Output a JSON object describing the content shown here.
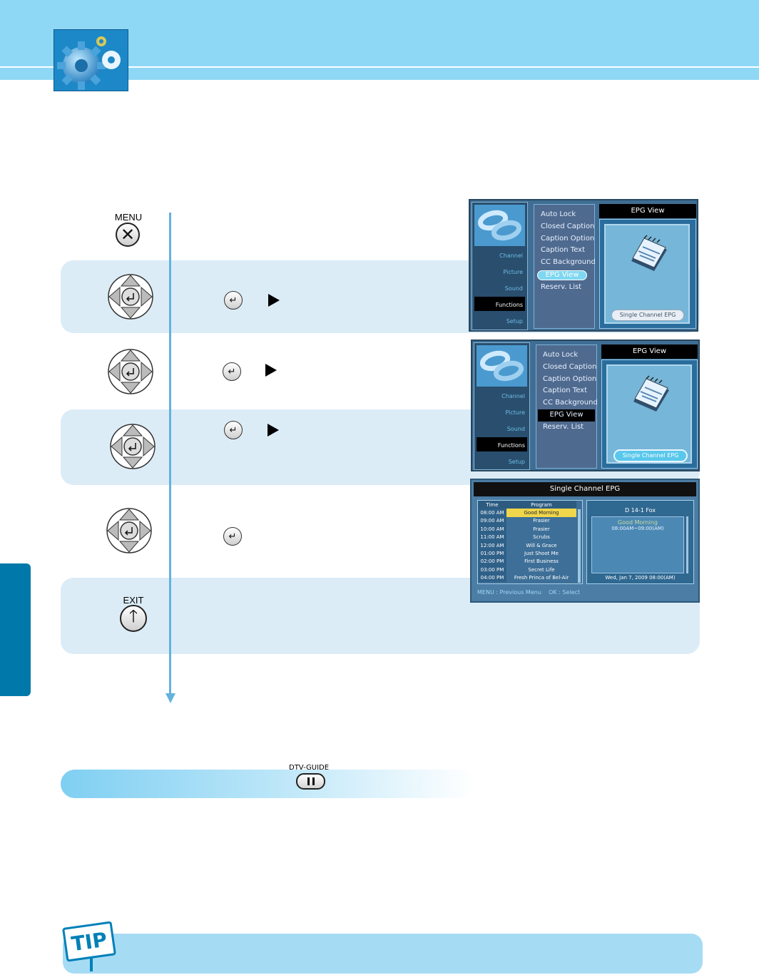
{
  "remote": {
    "menu_label": "MENU",
    "exit_label": "EXIT",
    "dtv_guide_label": "DTV-GUIDE"
  },
  "osd1": {
    "side_items": [
      "Channel",
      "Picture",
      "Sound",
      "Functions",
      "Setup"
    ],
    "menu_items": [
      "Auto Lock",
      "Closed Caption",
      "Caption Option",
      "Caption Text",
      "CC Background",
      "EPG View",
      "Reserv. List"
    ],
    "panel_title": "EPG View",
    "button": "Single Channel EPG"
  },
  "osd2": {
    "side_items": [
      "Channel",
      "Picture",
      "Sound",
      "Functions",
      "Setup"
    ],
    "menu_items": [
      "Auto Lock",
      "Closed Caption",
      "Caption Option",
      "Caption Text",
      "CC Background",
      "EPG View",
      "Reserv. List"
    ],
    "panel_title": "EPG View",
    "button": "Single Channel EPG"
  },
  "sce": {
    "title": "Single Channel EPG",
    "col_time": "Time",
    "col_program": "Program",
    "rows": [
      {
        "time": "08:00 AM",
        "program": "Good Morning"
      },
      {
        "time": "09:00 AM",
        "program": "Frasier"
      },
      {
        "time": "10:00 AM",
        "program": "Frasier"
      },
      {
        "time": "11:00 AM",
        "program": "Scrubs"
      },
      {
        "time": "12:00 AM",
        "program": "Will & Grace"
      },
      {
        "time": "01:00 PM",
        "program": "Just Shoot Me"
      },
      {
        "time": "02:00 PM",
        "program": "First Business"
      },
      {
        "time": "03:00 PM",
        "program": "Secret Life"
      },
      {
        "time": "04:00 PM",
        "program": "Fresh Princa of Bel-Air"
      }
    ],
    "channel": "D 14-1 Fox",
    "detail_title": "Good Morning",
    "detail_time": "08:00AM~09:00(AM)",
    "date": "Wed, Jan 7, 2009 08:00(AM)",
    "footer": "MENU : Previous Menu    OK : Select"
  },
  "tip": {
    "label": "TIP"
  },
  "colors": {
    "header": "#8fd8f5",
    "band": "#dcecf7",
    "flow": "#63b2dd",
    "side_tab": "#0079aa",
    "tip": "#a6dbf4"
  }
}
